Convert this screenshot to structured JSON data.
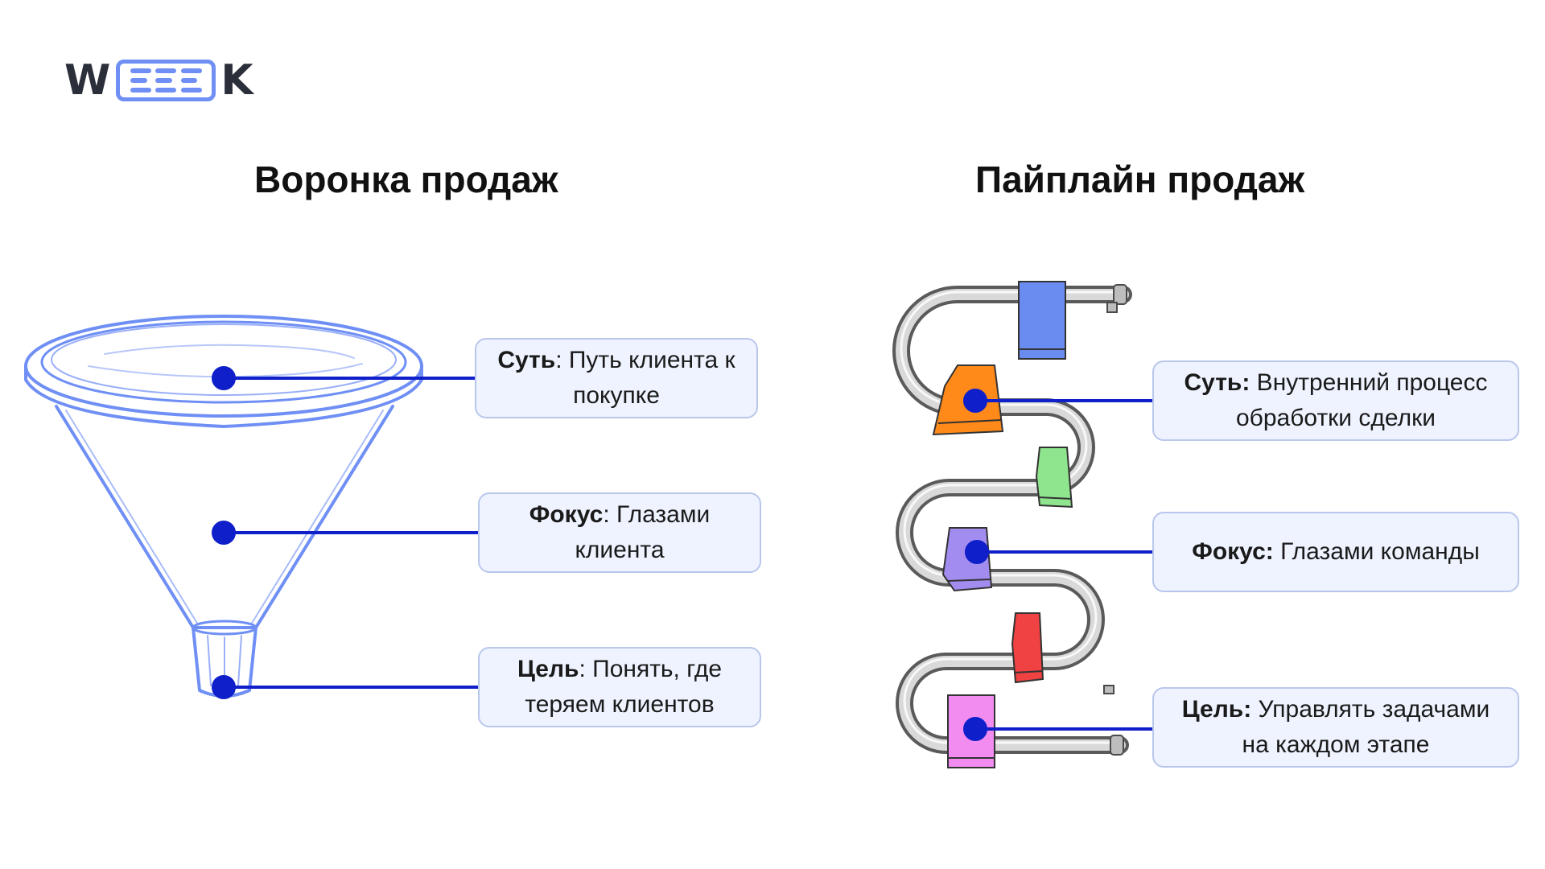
{
  "logo": {
    "letter_left": "W",
    "letter_right": "K",
    "accent": "#6f8ff5"
  },
  "titles": {
    "left": "Воронка продаж",
    "right": "Пайплайн продаж"
  },
  "funnel": {
    "color": "#6f8ff5",
    "callouts": [
      {
        "term": "Суть",
        "sep": ":",
        "text": " Путь клиента к покупке"
      },
      {
        "term": "Фокус",
        "sep": ":",
        "text": " Глазами клиента"
      },
      {
        "term": "Цель",
        "sep": ":",
        "text": " Понять, где теряем клиентов"
      }
    ]
  },
  "pipeline": {
    "towel_colors": [
      "#6a8cf0",
      "#ff8a1a",
      "#8ee58e",
      "#a38cf0",
      "#f04242",
      "#f28cf0"
    ],
    "callouts": [
      {
        "term": "Суть:",
        "text": " Внутренний процесс обработки сделки"
      },
      {
        "term": "Фокус:",
        "text": " Глазами команды"
      },
      {
        "term": "Цель:",
        "text": " Управлять задачами на каждом этапе"
      }
    ]
  },
  "connector_color": "#0f1fc9"
}
